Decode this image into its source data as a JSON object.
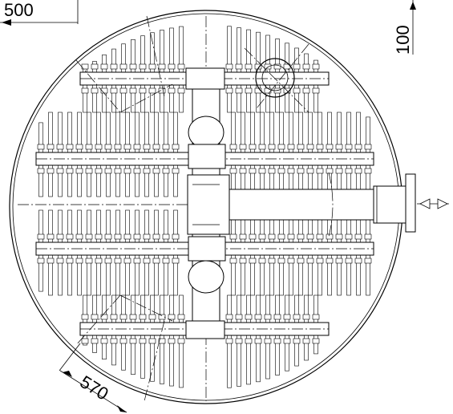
{
  "dimensions": {
    "top_left": "500",
    "top_right": "100",
    "bottom_left": "570"
  },
  "icons": {
    "nozzle_flow": "double-arrow-icon"
  },
  "colors": {
    "line": "#000000",
    "background": "#ffffff"
  }
}
